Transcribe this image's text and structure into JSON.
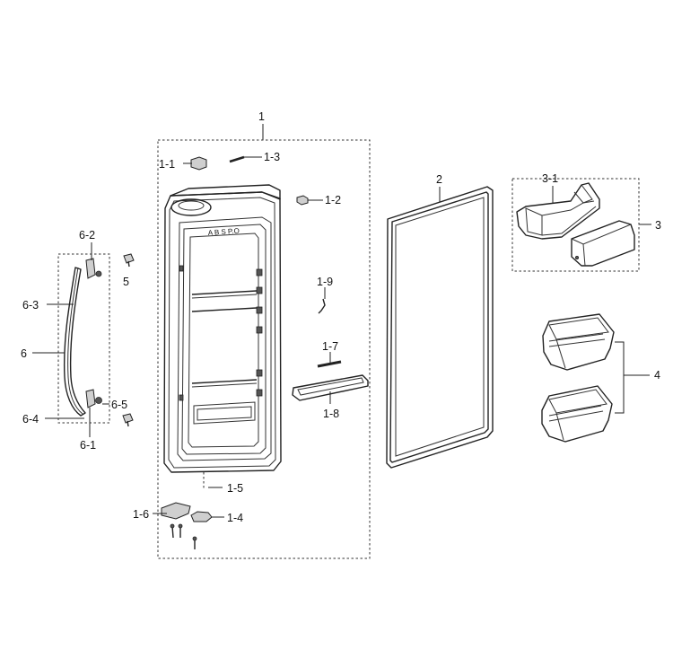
{
  "labels": {
    "l1": "1",
    "l1_1": "1-1",
    "l1_2": "1-2",
    "l1_3": "1-3",
    "l1_4": "1-4",
    "l1_5": "1-5",
    "l1_6": "1-6",
    "l1_7": "1-7",
    "l1_8": "1-8",
    "l1_9": "1-9",
    "l2": "2",
    "l3": "3",
    "l3_1": "3-1",
    "l4": "4",
    "l5": "5",
    "l6": "6",
    "l6_1": "6-1",
    "l6_2": "6-2",
    "l6_3": "6-3",
    "l6_4": "6-4",
    "l6_5": "6-5"
  },
  "door_liner_marking": "A B S  P.O"
}
